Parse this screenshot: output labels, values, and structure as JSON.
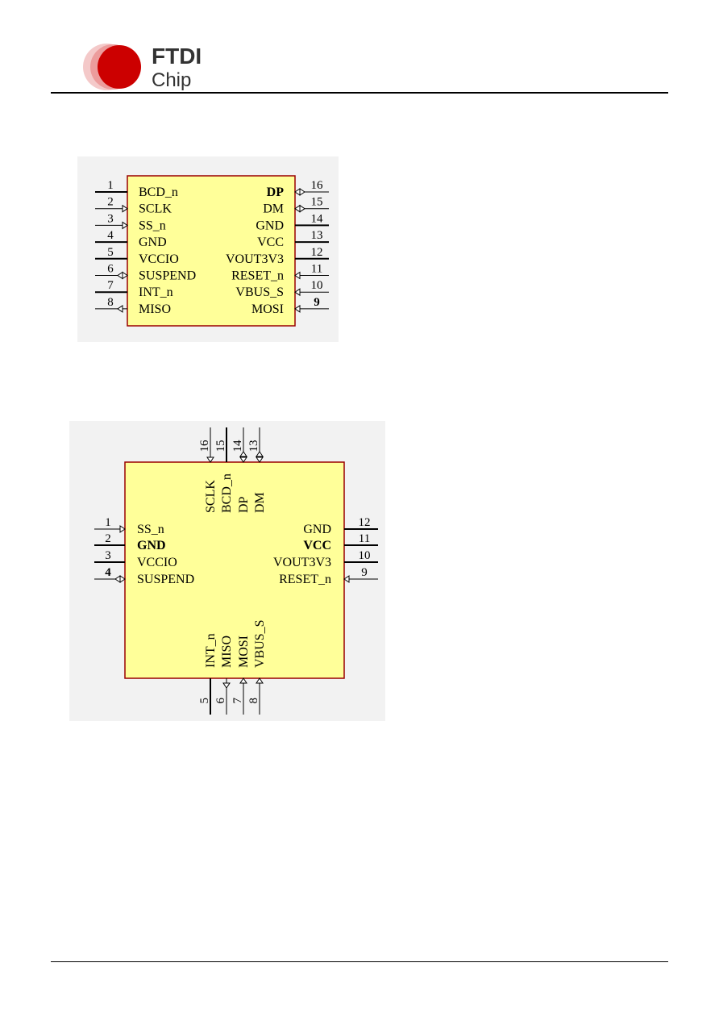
{
  "header": {
    "logo_text_line1": "FTDI",
    "logo_text_line2": "Chip",
    "brand_color": "#cc0000"
  },
  "diagrams": [
    {
      "name": "16-pin package symbol (side pins)",
      "left_pins": [
        {
          "num": "1",
          "label": "BCD_n",
          "arrow": "none"
        },
        {
          "num": "2",
          "label": "SCLK",
          "arrow": "in"
        },
        {
          "num": "3",
          "label": "SS_n",
          "arrow": "in"
        },
        {
          "num": "4",
          "label": "GND",
          "arrow": "none"
        },
        {
          "num": "5",
          "label": "VCCIO",
          "arrow": "none"
        },
        {
          "num": "6",
          "label": "SUSPEND",
          "arrow": "bidir"
        },
        {
          "num": "7",
          "label": "INT_n",
          "arrow": "none"
        },
        {
          "num": "8",
          "label": "MISO",
          "arrow": "out"
        }
      ],
      "right_pins": [
        {
          "num": "16",
          "label": "DP",
          "arrow": "bidir"
        },
        {
          "num": "15",
          "label": "DM",
          "arrow": "bidir"
        },
        {
          "num": "14",
          "label": "GND",
          "arrow": "none"
        },
        {
          "num": "13",
          "label": "VCC",
          "arrow": "none"
        },
        {
          "num": "12",
          "label": "VOUT3V3",
          "arrow": "none"
        },
        {
          "num": "11",
          "label": "RESET_n",
          "arrow": "in"
        },
        {
          "num": "10",
          "label": "VBUS_S",
          "arrow": "in"
        },
        {
          "num": "9",
          "label": "MOSI",
          "arrow": "in"
        }
      ]
    },
    {
      "name": "16-pin package symbol (four-side pins)",
      "top_pins": [
        {
          "num": "16",
          "label": "SCLK",
          "arrow": "in"
        },
        {
          "num": "15",
          "label": "BCD_n",
          "arrow": "none"
        },
        {
          "num": "14",
          "label": "DP",
          "arrow": "bidir"
        },
        {
          "num": "13",
          "label": "DM",
          "arrow": "bidir"
        }
      ],
      "left_pins": [
        {
          "num": "1",
          "label": "SS_n",
          "arrow": "in"
        },
        {
          "num": "2",
          "label": "GND",
          "arrow": "none"
        },
        {
          "num": "3",
          "label": "VCCIO",
          "arrow": "none"
        },
        {
          "num": "4",
          "label": "SUSPEND",
          "arrow": "bidir"
        }
      ],
      "right_pins": [
        {
          "num": "12",
          "label": "GND",
          "arrow": "none"
        },
        {
          "num": "11",
          "label": "VCC",
          "arrow": "none"
        },
        {
          "num": "10",
          "label": "VOUT3V3",
          "arrow": "none"
        },
        {
          "num": "9",
          "label": "RESET_n",
          "arrow": "in"
        }
      ],
      "bottom_pins": [
        {
          "num": "5",
          "label": "INT_n",
          "arrow": "none"
        },
        {
          "num": "6",
          "label": "MISO",
          "arrow": "out"
        },
        {
          "num": "7",
          "label": "MOSI",
          "arrow": "in"
        },
        {
          "num": "8",
          "label": "VBUS_S",
          "arrow": "in"
        }
      ]
    }
  ],
  "colors": {
    "body_fill": "#ffff99",
    "body_stroke": "#990000",
    "panel_bg": "#f2f2f2"
  }
}
